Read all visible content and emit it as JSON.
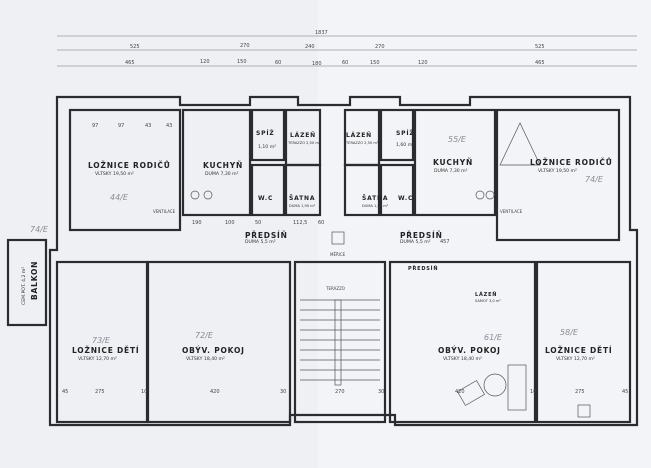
{
  "top_dimensions": {
    "overall": "1837",
    "row2": [
      "525",
      "270",
      "240",
      "270",
      "525"
    ],
    "row3": [
      "465",
      "120",
      "150",
      "60",
      "180",
      "60",
      "150",
      "120",
      "465"
    ]
  },
  "rooms": [
    {
      "id": "loznice-rodicu-left",
      "name": "LOŽNICE RODIČŮ",
      "area": "VLTSKY 19,50 m²",
      "note": "44/E"
    },
    {
      "id": "kuchyn-left",
      "name": "KUCHYŇ",
      "area": "DUMA 7,30 m²",
      "note": ""
    },
    {
      "id": "spiz-left",
      "name": "SPÍŽ",
      "area": "1,10 m²",
      "note": ""
    },
    {
      "id": "wc-left",
      "name": "W.C",
      "area": "",
      "note": ""
    },
    {
      "id": "lazen-left",
      "name": "LÁZEŇ",
      "area": "TERAZZO 2,50 m²",
      "note": ""
    },
    {
      "id": "satna-left",
      "name": "ŠATNA",
      "area": "DUMA 1,90 m²",
      "note": ""
    },
    {
      "id": "predsin-left",
      "name": "PŘEDSÍŇ",
      "area": "DUMA 5,5 m²",
      "note": ""
    },
    {
      "id": "lazen-right",
      "name": "LÁZEŇ",
      "area": "TERAZZO 2,50 m²",
      "note": ""
    },
    {
      "id": "spiz-right",
      "name": "SPÍŽ",
      "area": "1,60 m²",
      "note": ""
    },
    {
      "id": "kuchyn-right",
      "name": "KUCHYŇ",
      "area": "DUMA 7,30 m²",
      "note": "55/E"
    },
    {
      "id": "satna-right",
      "name": "ŠATNA",
      "area": "DUMA 1,90 m²",
      "note": ""
    },
    {
      "id": "wc-right",
      "name": "W.C",
      "area": "",
      "note": ""
    },
    {
      "id": "loznice-rodicu-right",
      "name": "LOŽNICE RODIČŮ",
      "area": "VLTSKY 19,50 m²",
      "note": "74/E"
    },
    {
      "id": "predsin-right",
      "name": "PŘEDSÍŇ",
      "area": "DUMA 5,5 m²",
      "note": ""
    },
    {
      "id": "balkon",
      "name": "BALKON",
      "area": "CEM.POT. 4,2 m²",
      "note": "74/E"
    },
    {
      "id": "loznice-deti-left",
      "name": "LOŽNICE DĚTÍ",
      "area": "VLTSKY 12,70 m²",
      "note": "73/E"
    },
    {
      "id": "obyv-pokoj-left",
      "name": "OBÝV. POKOJ",
      "area": "VLTSKY 18,40 m²",
      "note": "72/E"
    },
    {
      "id": "obyv-pokoj-right",
      "name": "OBÝV. POKOJ",
      "area": "VLTSKY 18,40 m²",
      "note": "61/E"
    },
    {
      "id": "loznice-deti-right",
      "name": "LOŽNICE DĚTÍ",
      "area": "VLTSKY 12,70 m²",
      "note": "58/E"
    },
    {
      "id": "predsin-small",
      "name": "PŘEDSÍŇ",
      "area": "",
      "note": ""
    },
    {
      "id": "lazen-small",
      "name": "LÁZEŇ",
      "area": "SAMOT 3,0 m²",
      "note": ""
    }
  ],
  "labels": {
    "ventilace_left": "VENTILACE",
    "ventilace_right": "VENTILACE",
    "terazzo": "TERAZZO",
    "merice": "MĚŘICE",
    "dim_bottom": [
      "45",
      "275",
      "10",
      "420",
      "30",
      "270",
      "30",
      "420",
      "10",
      "275",
      "45"
    ],
    "dim_top_rooms_left": [
      "97",
      "97",
      "43",
      "43"
    ],
    "dim_predsin": [
      "190",
      "100",
      "50",
      "112,5",
      "60",
      "457"
    ]
  }
}
